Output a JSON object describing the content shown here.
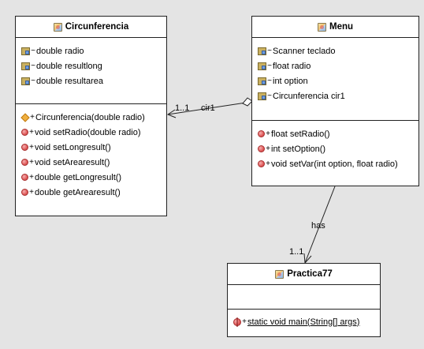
{
  "classes": {
    "circunferencia": {
      "name": "Circunferencia",
      "attributes": [
        {
          "visibility": "~",
          "text": "double radio"
        },
        {
          "visibility": "~",
          "text": "double resultlong"
        },
        {
          "visibility": "~",
          "text": "double resultarea"
        }
      ],
      "operations": [
        {
          "visibility": "+",
          "text": "Circunferencia(double radio)",
          "kind": "constructor"
        },
        {
          "visibility": "+",
          "text": "void setRadio(double radio)"
        },
        {
          "visibility": "+",
          "text": "void setLongresult()"
        },
        {
          "visibility": "+",
          "text": "void setArearesult()"
        },
        {
          "visibility": "+",
          "text": "double getLongresult()"
        },
        {
          "visibility": "+",
          "text": "double getArearesult()"
        }
      ]
    },
    "menu": {
      "name": "Menu",
      "attributes": [
        {
          "visibility": "~",
          "text": "Scanner teclado"
        },
        {
          "visibility": "~",
          "text": "float radio"
        },
        {
          "visibility": "~",
          "text": "int option"
        },
        {
          "visibility": "~",
          "text": "Circunferencia cir1"
        }
      ],
      "operations": [
        {
          "visibility": "+",
          "text": "float setRadio()"
        },
        {
          "visibility": "+",
          "text": "int setOption()"
        },
        {
          "visibility": "+",
          "text": "void setVar(int option, float radio)"
        }
      ]
    },
    "practica77": {
      "name": "Practica77",
      "attributes": [],
      "operations": [
        {
          "visibility": "+",
          "text": "static void main(String[] args)",
          "static": true
        }
      ]
    }
  },
  "relations": {
    "aggregation": {
      "role": "cir1",
      "multiplicity": "1..1"
    },
    "association": {
      "label": "has",
      "multiplicity": "1..1"
    }
  }
}
